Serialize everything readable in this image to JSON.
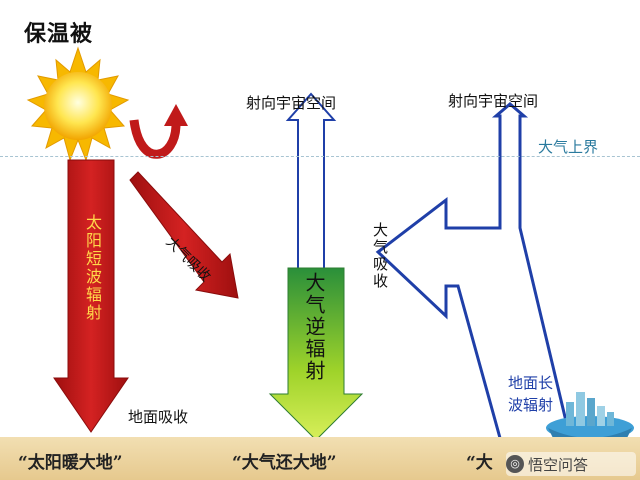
{
  "title": "保温被",
  "labels": {
    "space_left": "射向宇宙空间",
    "space_right": "射向宇宙空间",
    "upper_atmosphere": "大气上界",
    "solar_shortwave": "太阳短波辐射",
    "atmo_absorb_diag": "大气吸收",
    "ground_absorb": "地面吸收",
    "counter_radiation": "大气逆辐射",
    "atmo_absorb_right": "大气吸收",
    "ground_longwave_1": "地面长",
    "ground_longwave_2": "波辐射"
  },
  "mottos": {
    "m1": "“太阳暖大地”",
    "m2": "“大气还大地”",
    "m3": "“大"
  },
  "watermark": "悟空问答",
  "colors": {
    "solar_arrow": "#c01a1a",
    "counter_arrow": "#2a9a3a",
    "outline_blue": "#1f3fa8",
    "upper_line": "#a8c4d2",
    "sun": "#ffd21f"
  }
}
